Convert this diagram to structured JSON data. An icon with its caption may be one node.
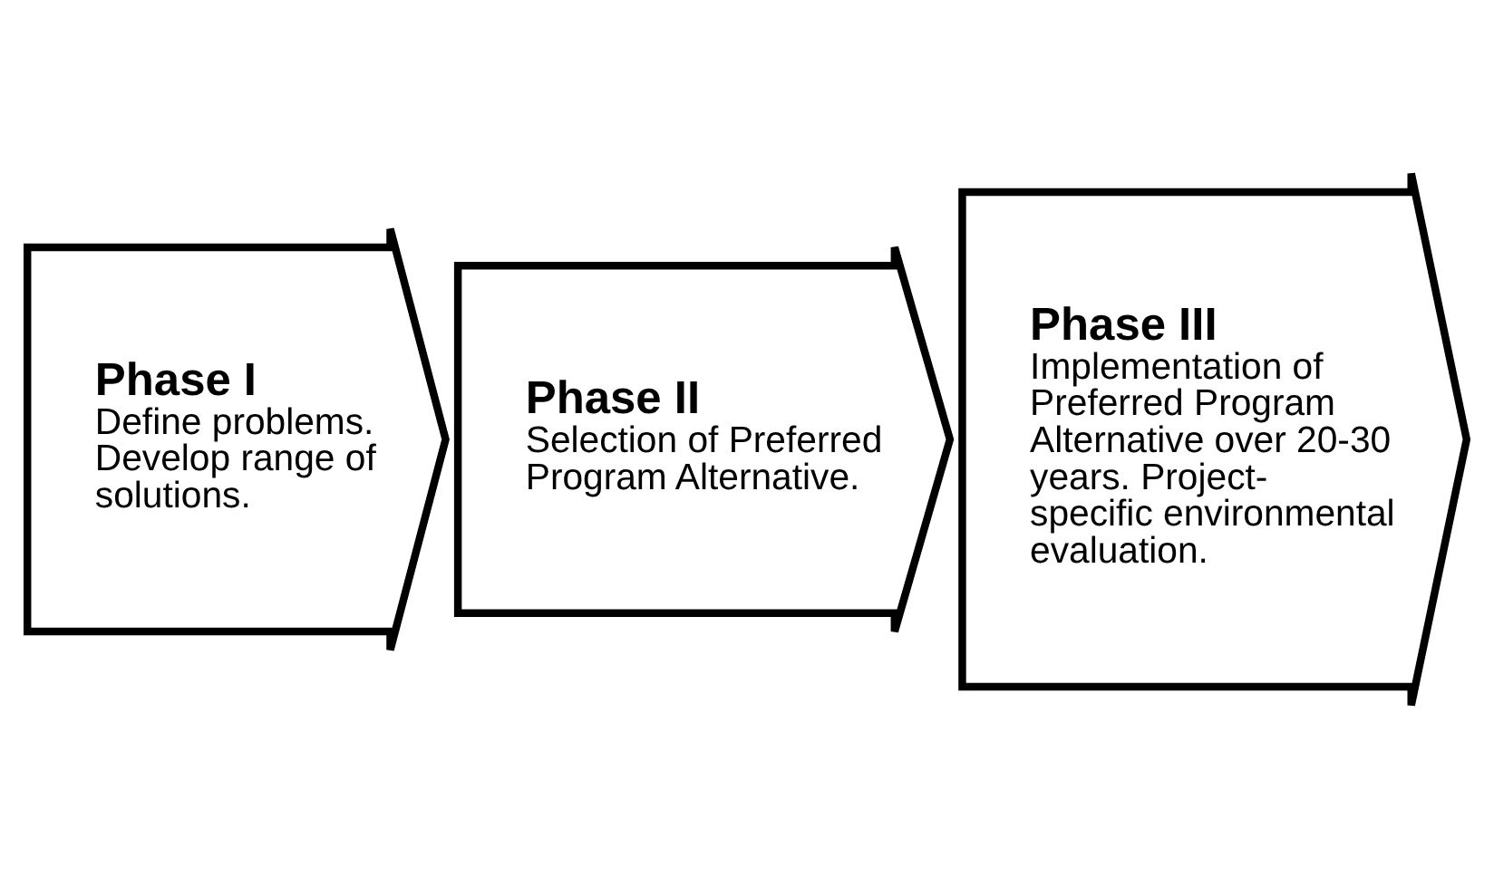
{
  "diagram": {
    "nodes": [
      {
        "text": [
          "Phase I",
          "Define problems. Develop range of solutions."
        ]
      },
      {
        "text": [
          "Phase II",
          "Selection of Preferred Program Alternative."
        ]
      },
      {
        "text": [
          "Phase III",
          "Implementation of Preferred Program Alternative over 20-30 years. Project-specific environmental evaluation."
        ]
      }
    ]
  }
}
